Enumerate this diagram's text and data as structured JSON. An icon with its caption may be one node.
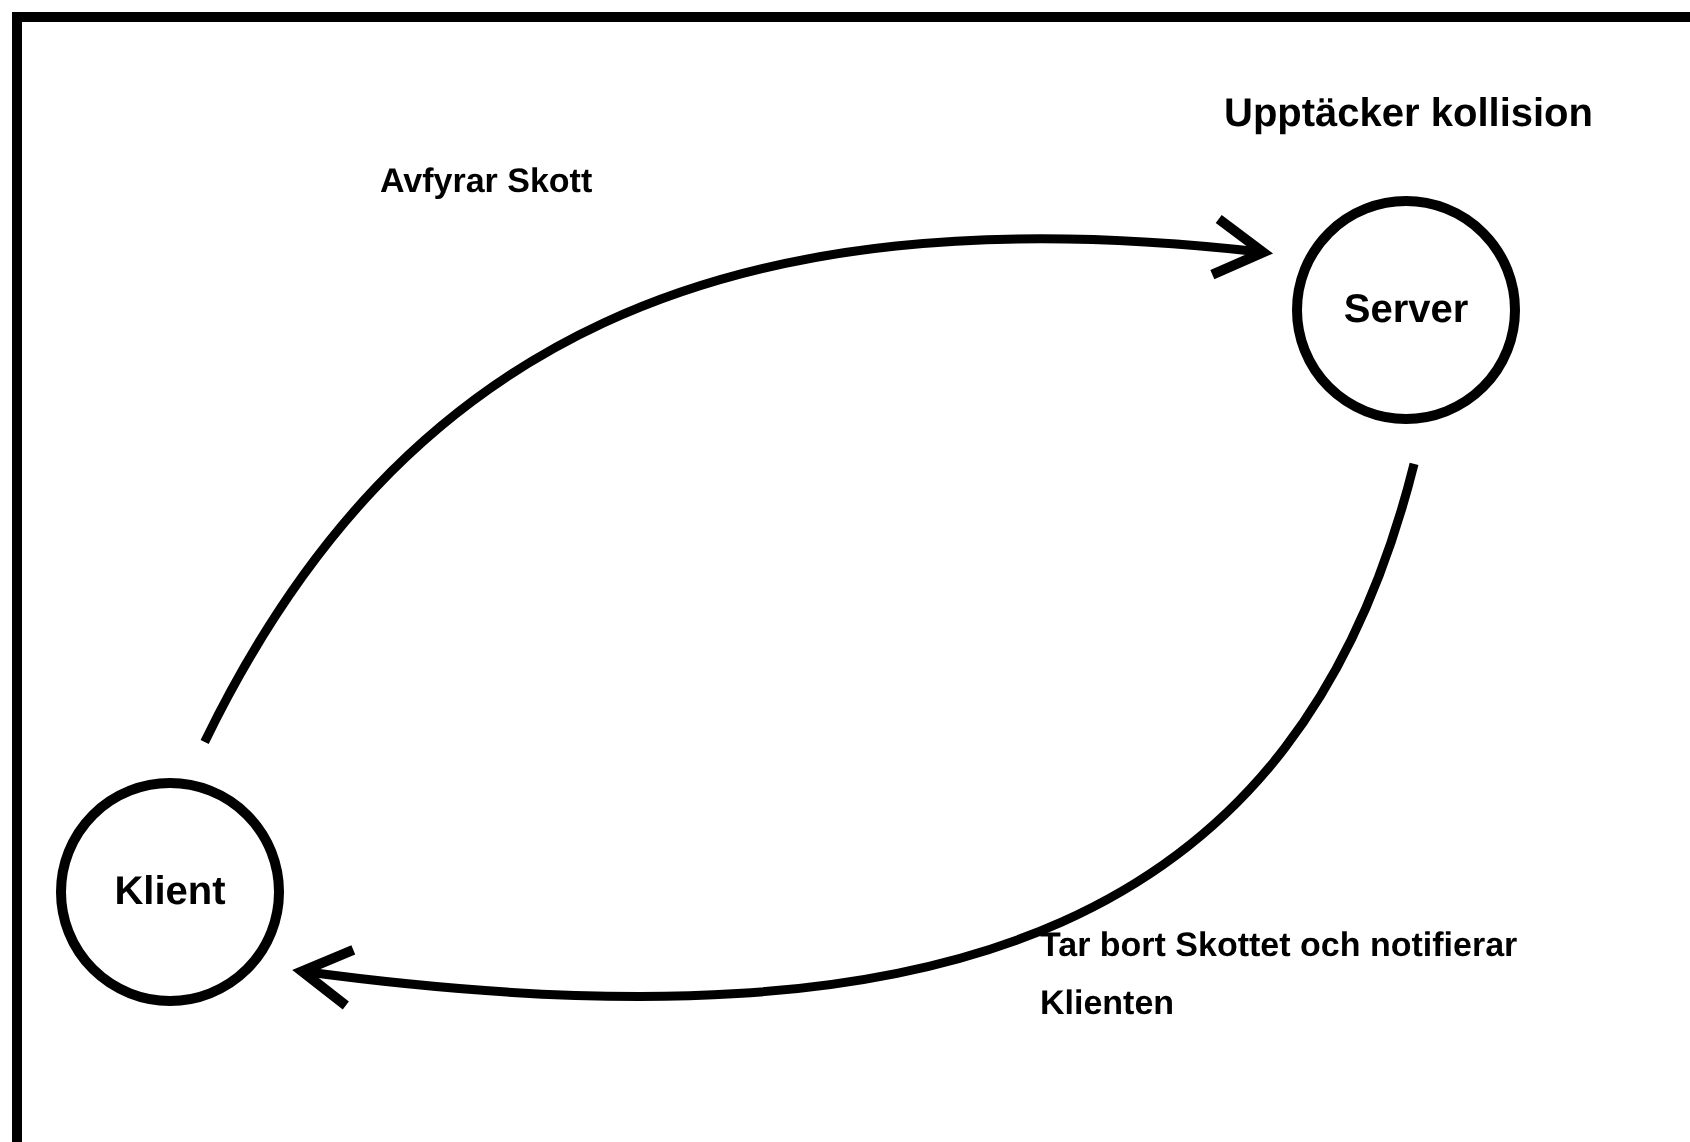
{
  "diagram": {
    "nodes": [
      {
        "text": [
          "Server"
        ],
        "beside": [
          "Upptäcker kollision"
        ]
      },
      {
        "text": [
          "Klient"
        ]
      }
    ],
    "edges": [
      {
        "from": 1,
        "to": 0,
        "arrow": "to",
        "label": "Avfyrar Skott"
      },
      {
        "from": 0,
        "to": 1,
        "arrow": "to",
        "label": "Tar bort Skottet och notifierar Klienten"
      }
    ]
  }
}
